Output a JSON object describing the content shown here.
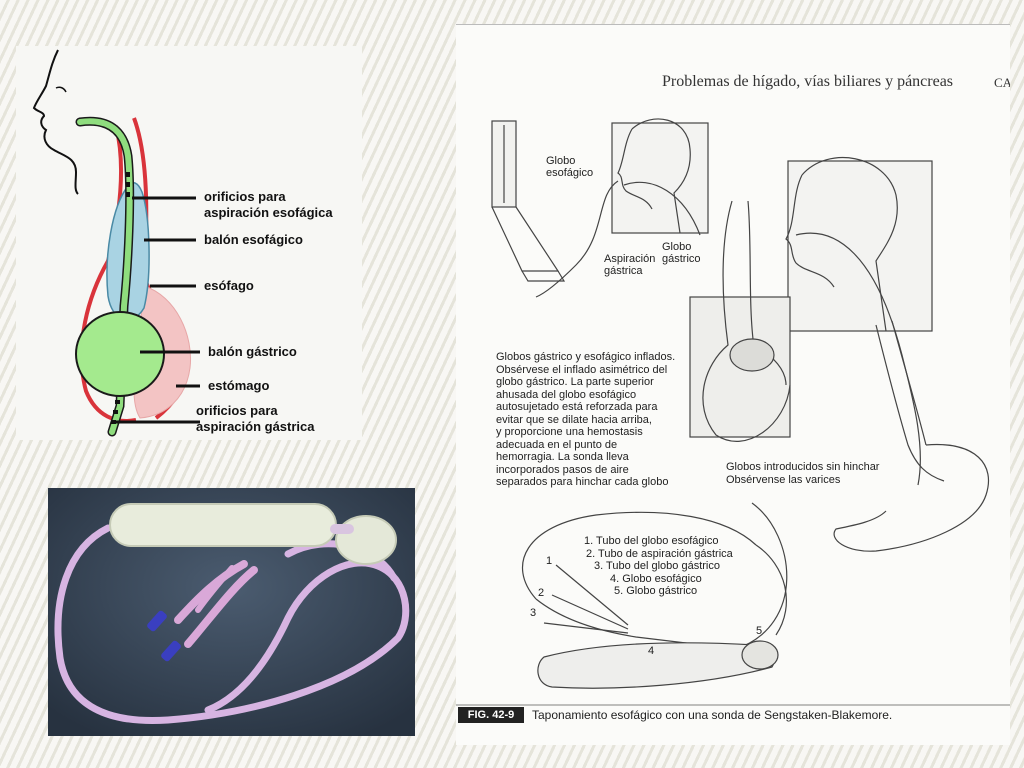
{
  "left_diagram": {
    "labels": [
      "orificios para",
      "aspiración esofágica",
      "balón esofágico",
      "esófago",
      "balón gástrico",
      "estómago",
      "orificios para",
      "aspiración gástrica"
    ]
  },
  "book_page": {
    "title": "Problemas de hígado, vías biliares y páncreas",
    "corner_text": "CA",
    "labels": {
      "globo_esofagico": [
        "Globo",
        "esofágico"
      ],
      "globo_gastrico": [
        "Globo",
        "gástrico"
      ],
      "aspiracion_gastrica": [
        "Aspiración",
        "gástrica"
      ]
    },
    "description_lines": [
      "Globos gástrico y esofágico inflados.",
      "Obsérvese el inflado asimétrico del",
      "globo gástrico. La parte superior",
      "ahusada del globo esofágico",
      "autosujetado está reforzada para",
      "evitar que se dilate hacia arriba,",
      "y proporcione una hemostasis",
      "adecuada en el punto de",
      "hemorragia. La sonda lleva",
      "incorporados pasos de aire",
      "separados para hinchar cada globo"
    ],
    "uninflated_lines": [
      "Globos introducidos sin hinchar",
      "Obsérvense las varices"
    ],
    "legend": [
      "1. Tubo del globo esofágico",
      "2. Tubo de aspiración gástrica",
      "3. Tubo del globo gástrico",
      "4. Globo esofágico",
      "5. Globo gástrico"
    ],
    "diagram_numbers": [
      "1",
      "2",
      "3",
      "4",
      "5"
    ],
    "figure_number": "FIG. 42-9",
    "caption": "Taponamiento esofágico con una sonda de Sengstaken-Blakemore."
  }
}
